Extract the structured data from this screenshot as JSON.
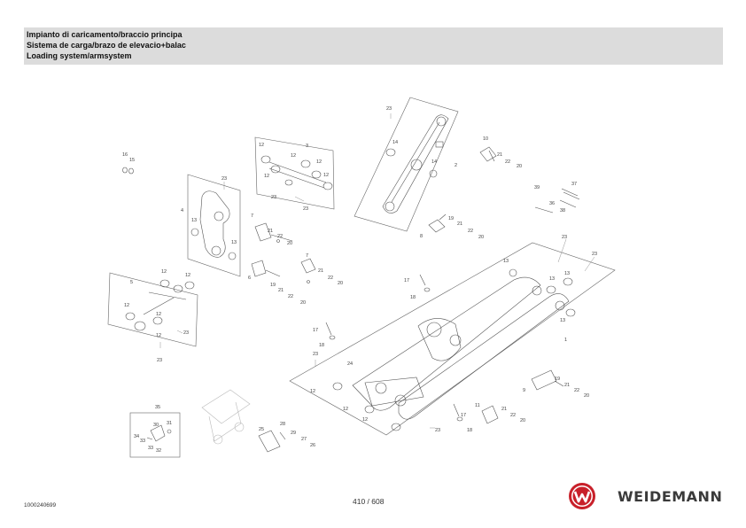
{
  "header": {
    "title_it": "Impianto di caricamento/braccio principa",
    "title_es": "Sistema de carga/brazo de elevacio+balac",
    "title_en": "Loading system/armsystem"
  },
  "callouts": {
    "c1": "1",
    "c2": "2",
    "c3": "3",
    "c4": "4",
    "c5": "5",
    "c6": "6",
    "c7": "7",
    "c8": "8",
    "c9": "9",
    "c10": "10",
    "c11": "11",
    "c12": "12",
    "c13": "13",
    "c14": "14",
    "c15": "15",
    "c16": "16",
    "c17": "17",
    "c18": "18",
    "c19": "19",
    "c20": "20",
    "c21": "21",
    "c22": "22",
    "c23": "23",
    "c24": "24",
    "c25": "25",
    "c26": "26",
    "c27": "27",
    "c28": "28",
    "c29": "29",
    "c30": "30",
    "c31": "31",
    "c32": "32",
    "c33": "33",
    "c34": "34",
    "c35": "35",
    "c36": "36",
    "c37": "37",
    "c38": "38",
    "c39": "39"
  },
  "footer": {
    "document_number": "1000240699",
    "page": "410 / 608",
    "brand": "WEIDEMANN"
  },
  "colors": {
    "logo_red": "#c8202a",
    "line": "#555555",
    "header_bg": "#dcdcdc"
  }
}
